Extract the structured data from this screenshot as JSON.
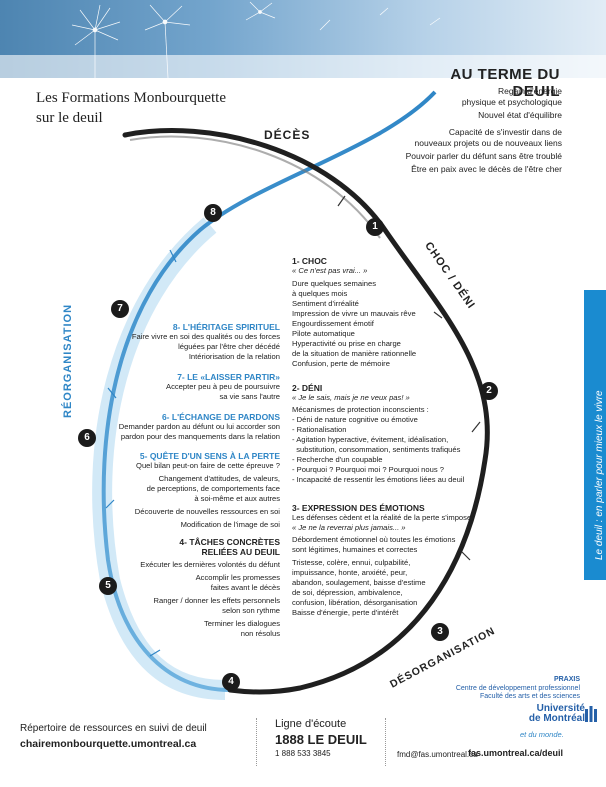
{
  "title": {
    "line1": "Les Formations Monbourquette",
    "line2": "sur le deuil"
  },
  "au_terme": {
    "heading": "AU TERME DU DEUIL",
    "items": [
      "Regain d'énergie",
      "physique et psychologique",
      "Nouvel état d'équilibre",
      "Capacité de s'investir dans de",
      "nouveaux projets ou de nouveaux liens",
      "Pouvoir parler du défunt sans être troublé",
      "Être en paix avec le décès de l'être cher"
    ]
  },
  "phase_labels": {
    "deces": "DÉCÈS",
    "choc_deni": "CHOC / DÉNI",
    "desorganisation": "DÉSORGANISATION",
    "reorganisation": "RÉORGANISATION"
  },
  "numbers": [
    "1",
    "2",
    "3",
    "4",
    "5",
    "6",
    "7",
    "8"
  ],
  "sections_right": [
    {
      "title": "1- CHOC",
      "quote": "« Ce n'est pas vrai... »",
      "lines": [
        "Dure quelques semaines",
        "à quelques mois",
        "Sentiment d'irréalité",
        "Impression de vivre un mauvais rêve",
        "Engourdissement émotif",
        "Pilote automatique",
        "Hyperactivité ou prise en charge",
        "de la situation de manière rationnelle",
        "Confusion, perte de mémoire"
      ]
    },
    {
      "title": "2- DÉNI",
      "quote": "« Je le sais, mais je ne veux pas! »",
      "lines": [
        "Mécanismes de protection inconscients :",
        "- Déni de nature cognitive ou émotive",
        "- Rationalisation",
        "- Agitation hyperactive, évitement, idéalisation,",
        "  substitution, consommation, sentiments trafiqués",
        "- Recherche d'un coupable",
        "- Pourquoi ? Pourquoi moi ? Pourquoi nous ?",
        "- Incapacité de ressentir les émotions liées au deuil"
      ]
    },
    {
      "title": "3- EXPRESSION DES ÉMOTIONS",
      "quote": "Les défenses cèdent et la réalité de la perte s'impose",
      "quote2": "« Je ne la reverrai plus jamais... »",
      "lines": [
        "Débordement émotionnel où toutes les émotions",
        "sont légitimes, humaines et correctes",
        "Tristesse, colère, ennui, culpabilité,",
        "impuissance, honte, anxiété, peur,",
        "abandon, soulagement, baisse d'estime",
        "de soi, dépression, ambivalence,",
        "confusion, libération, désorganisation",
        "Baisse d'énergie, perte d'intérêt"
      ]
    }
  ],
  "sections_left": [
    {
      "title": "8- L'HÉRITAGE SPIRITUEL",
      "lines": [
        "Faire vivre en soi des qualités ou des forces",
        "léguées par l'être cher décédé",
        "Intériorisation de la relation"
      ]
    },
    {
      "title": "7- LE «LAISSER PARTIR»",
      "lines": [
        "Accepter peu à peu de poursuivre",
        "sa vie sans l'autre"
      ]
    },
    {
      "title": "6- L'ÉCHANGE DE PARDONS",
      "lines": [
        "Demander pardon au défunt ou lui accorder son",
        "pardon pour des manquements dans la relation"
      ]
    },
    {
      "title": "5- QUÊTE D'UN SENS À LA PERTE",
      "lines": [
        "Quel bilan peut-on faire de cette épreuve ?",
        "Changement d'attitudes, de valeurs,",
        "de perceptions, de comportements face",
        "à soi-même et aux autres",
        "Découverte de nouvelles ressources en soi",
        "Modification de l'image de soi"
      ]
    },
    {
      "title": "4- TÂCHES CONCRÈTES",
      "title2": "RELIÉES AU DEUIL",
      "lines": [
        "Exécuter les dernières volontés du défunt",
        "Accomplir les promesses",
        "faites avant le décès",
        "Ranger / donner les effets personnels",
        "selon son rythme",
        "Terminer les dialogues",
        "non résolus"
      ]
    }
  ],
  "side_band": "Le deuil : en parler pour mieux le vivre",
  "footer": {
    "resources_label": "Répertoire de ressources en suivi de deuil",
    "resources_url": "chairemonbourquette.umontreal.ca",
    "ligne_label": "Ligne d'écoute",
    "ligne_number": "1888 LE DEUIL",
    "ligne_digits": "1 888 533 3845",
    "praxis1": "PRAXIS",
    "praxis2": "Centre de développement professionnel",
    "praxis3": "Faculté des arts et des sciences",
    "udem1": "Université",
    "udem2": "de Montréal",
    "udem3": "et du monde.",
    "email": "fmd@fas.umontreal.ca",
    "fas_url": "fas.umontreal.ca/deuil"
  },
  "colors": {
    "accent_blue": "#2f86c6",
    "band_blue": "#1a8bd0",
    "dark": "#1b1b1b"
  }
}
